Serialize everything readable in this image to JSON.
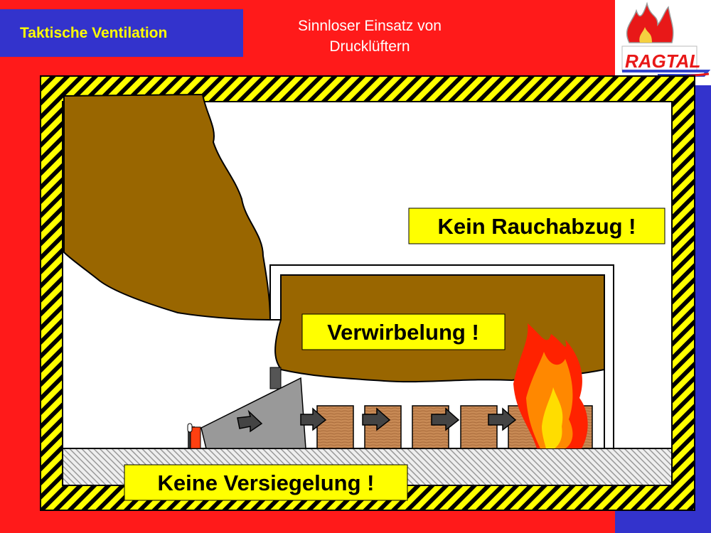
{
  "header": {
    "title": "Taktische Ventilation",
    "subtitle_line1": "Sinnloser Einsatz von",
    "subtitle_line2": "Drucklüftern",
    "logo_text": "RAGTAL"
  },
  "labels": {
    "no_smoke_vent": "Kein Rauchabzug !",
    "turbulence": "Verwirbelung !",
    "no_sealing": "Keine Versiegelung !"
  },
  "colors": {
    "background": "#ff1a1a",
    "accent_blue": "#3333cc",
    "title_text": "#ffff00",
    "smoke": "#996600",
    "label_bg": "#ffff00"
  }
}
